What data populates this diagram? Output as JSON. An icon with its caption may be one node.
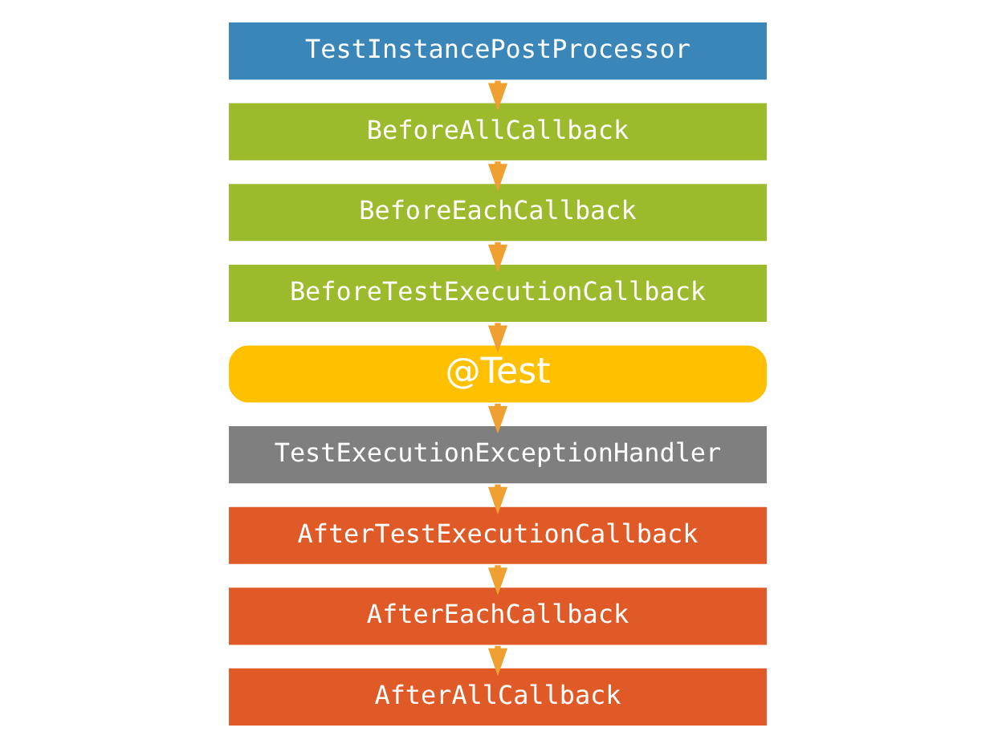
{
  "diagram": {
    "nodes": [
      {
        "text": [
          "TestInstancePostProcessor"
        ]
      },
      {
        "text": [
          "BeforeAllCallback"
        ]
      },
      {
        "text": [
          "BeforeEachCallback"
        ]
      },
      {
        "text": [
          "BeforeTestExecutionCallback"
        ]
      },
      {
        "text": [
          "@Test"
        ]
      },
      {
        "text": [
          "TestExecutionExceptionHandler"
        ]
      },
      {
        "text": [
          "AfterTestExecutionCallback"
        ]
      },
      {
        "text": [
          "AfterEachCallback"
        ]
      },
      {
        "text": [
          "AfterAllCallback"
        ]
      }
    ],
    "edges": [
      {
        "from": 0,
        "to": 1,
        "arrow": "to"
      },
      {
        "from": 1,
        "to": 2,
        "arrow": "to"
      },
      {
        "from": 2,
        "to": 3,
        "arrow": "to"
      },
      {
        "from": 3,
        "to": 4,
        "arrow": "to"
      },
      {
        "from": 4,
        "to": 5,
        "arrow": "to"
      },
      {
        "from": 5,
        "to": 6,
        "arrow": "to"
      },
      {
        "from": 6,
        "to": 7,
        "arrow": "to"
      },
      {
        "from": 7,
        "to": 8,
        "arrow": "to"
      }
    ]
  }
}
